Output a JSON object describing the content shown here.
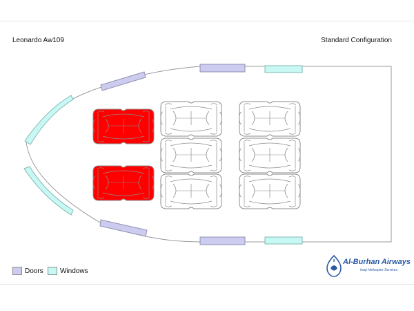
{
  "header": {
    "aircraft": "Leonardo Aw109",
    "configuration": "Standard Configuration"
  },
  "legend": {
    "doors_label": "Doors",
    "windows_label": "Windows",
    "doors_color": "#ccccf0",
    "windows_color": "#c8f8f4"
  },
  "seat_colors": {
    "crew": "#ff0000",
    "passenger": "#ffffff",
    "outline": "#8c8c8c"
  },
  "brand": {
    "name": "Al-Burhan Airways",
    "tagline": "Iraqi Helicopter Services",
    "color": "#2a5aa4"
  }
}
